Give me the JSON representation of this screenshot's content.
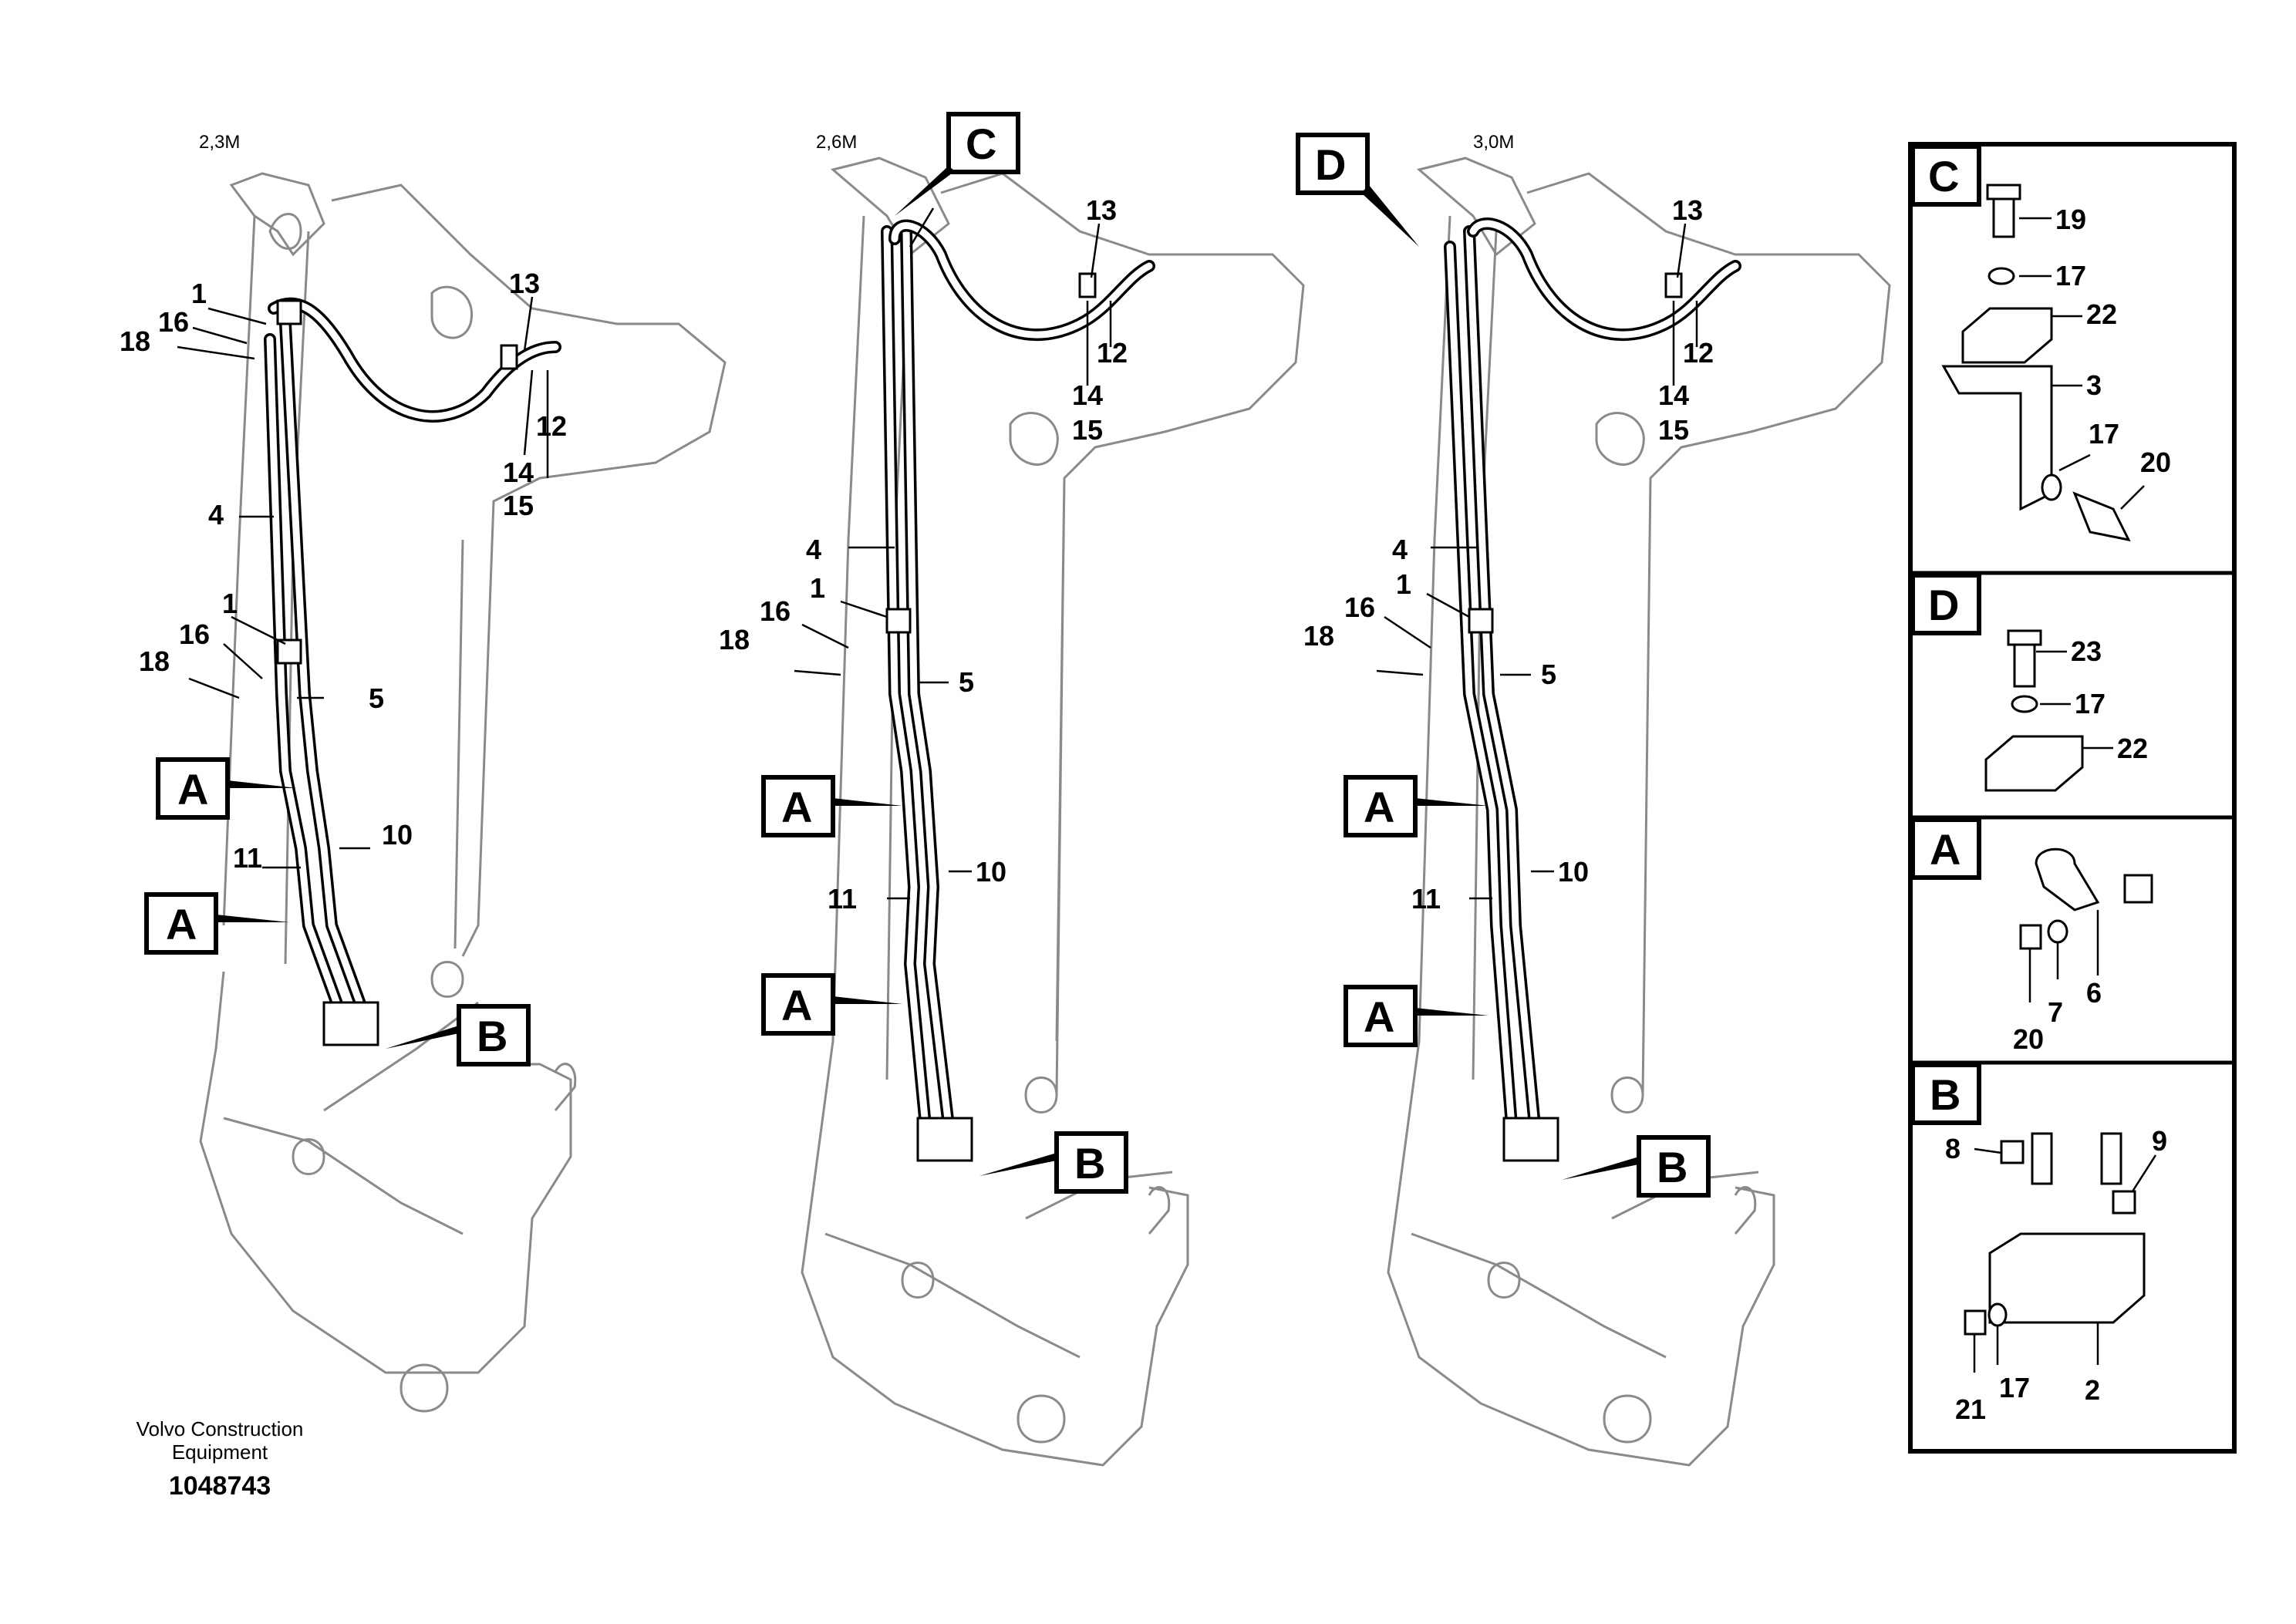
{
  "variants": [
    "2,3M",
    "2,6M",
    "3,0M"
  ],
  "callouts": {
    "A": "A",
    "B": "B",
    "C": "C",
    "D": "D"
  },
  "panel1_numbers": [
    "1",
    "16",
    "18",
    "13",
    "12",
    "14",
    "15",
    "4",
    "1",
    "16",
    "18",
    "5",
    "10",
    "11"
  ],
  "panel2_numbers": [
    "13",
    "12",
    "14",
    "15",
    "4",
    "1",
    "16",
    "18",
    "5",
    "11",
    "10"
  ],
  "panel3_numbers": [
    "13",
    "12",
    "14",
    "15",
    "4",
    "1",
    "16",
    "18",
    "5",
    "11",
    "10"
  ],
  "detail_c": [
    "19",
    "17",
    "22",
    "3",
    "17",
    "20"
  ],
  "detail_d": [
    "23",
    "17",
    "22"
  ],
  "detail_a": [
    "6",
    "7",
    "20"
  ],
  "detail_b": [
    "8",
    "9",
    "21",
    "17",
    "2"
  ],
  "footer": {
    "company_line1": "Volvo Construction",
    "company_line2": "Equipment",
    "drawing_number": "1048743"
  }
}
